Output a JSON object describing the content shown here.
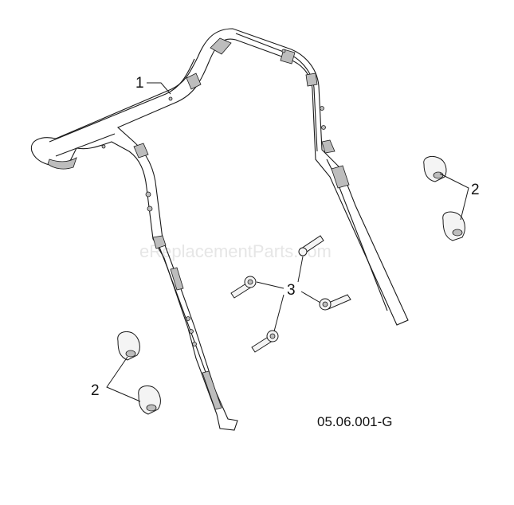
{
  "watermark": "eReplacementParts.com",
  "drawing_number": "05.06.001-G",
  "callouts": {
    "handle": "1",
    "knob_upper": "2",
    "bolts": "3",
    "knob_lower": "2"
  },
  "colors": {
    "line": "#1a1a1a",
    "part_fill": "#f4f4f4",
    "shading": "#bdbdbd",
    "watermark": "#e6e6e6"
  }
}
